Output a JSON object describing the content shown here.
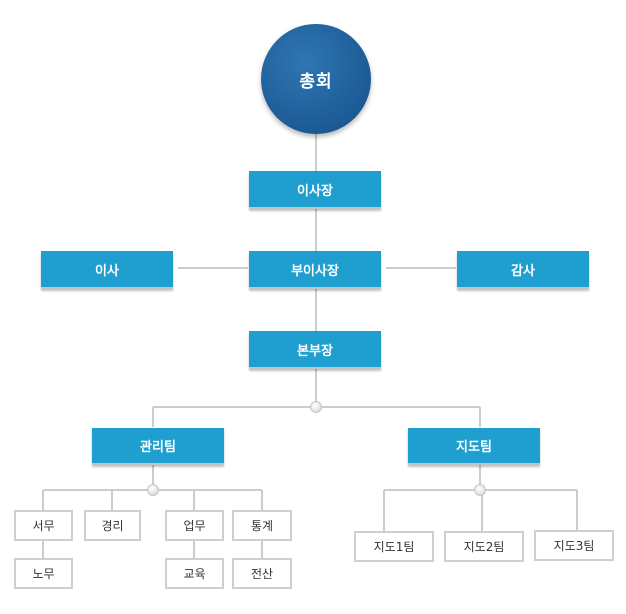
{
  "root": {
    "label": "총회"
  },
  "president": {
    "label": "이사장"
  },
  "vice_president": {
    "label": "부이사장"
  },
  "director": {
    "label": "이사"
  },
  "auditor": {
    "label": "감사"
  },
  "hq_head": {
    "label": "본부장"
  },
  "management_team": {
    "label": "관리팀",
    "units": [
      "서무",
      "노무",
      "경리",
      "업무",
      "교육",
      "통계",
      "전산"
    ]
  },
  "guidance_team": {
    "label": "지도팀",
    "units": [
      "지도1팀",
      "지도2팀",
      "지도3팀"
    ]
  }
}
